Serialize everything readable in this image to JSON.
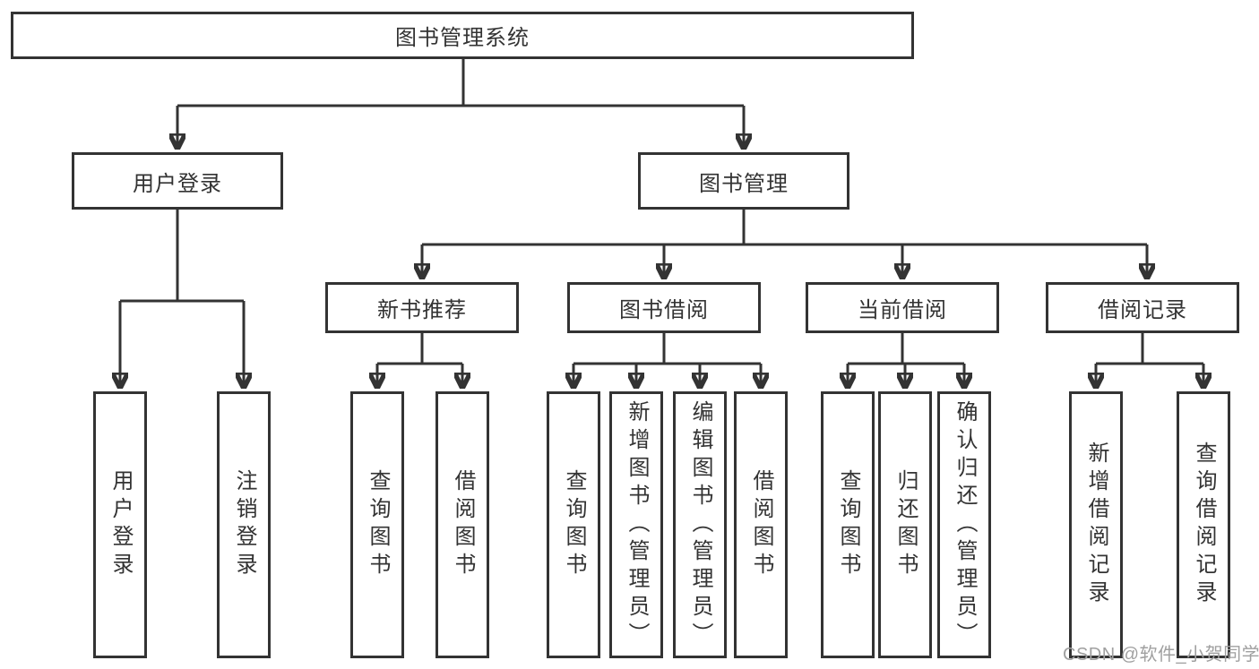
{
  "diagram": {
    "root": "图书管理系统",
    "level2": {
      "user_login": "用户登录",
      "book_mgmt": "图书管理"
    },
    "user_login_leaves": [
      "用户登录",
      "注销登录"
    ],
    "modules": {
      "new_books": {
        "label": "新书推荐",
        "leaves": [
          "查询图书",
          "借阅图书"
        ]
      },
      "borrow": {
        "label": "图书借阅",
        "leaves": [
          "查询图书",
          "新增图书（管理员）",
          "编辑图书（管理员）",
          "借阅图书"
        ]
      },
      "current": {
        "label": "当前借阅",
        "leaves": [
          "查询图书",
          "归还图书",
          "确认归还（管理员）"
        ]
      },
      "records": {
        "label": "借阅记录",
        "leaves": [
          "新增借阅记录",
          "查询借阅记录"
        ]
      }
    }
  },
  "watermark": "CSDN @软件_小贺同学",
  "colors": {
    "line": "#333333",
    "box_border": "#333333",
    "box_fill": "#ffffff",
    "text": "#333333",
    "watermark": "#a0a0a0",
    "background": "#ffffff"
  }
}
